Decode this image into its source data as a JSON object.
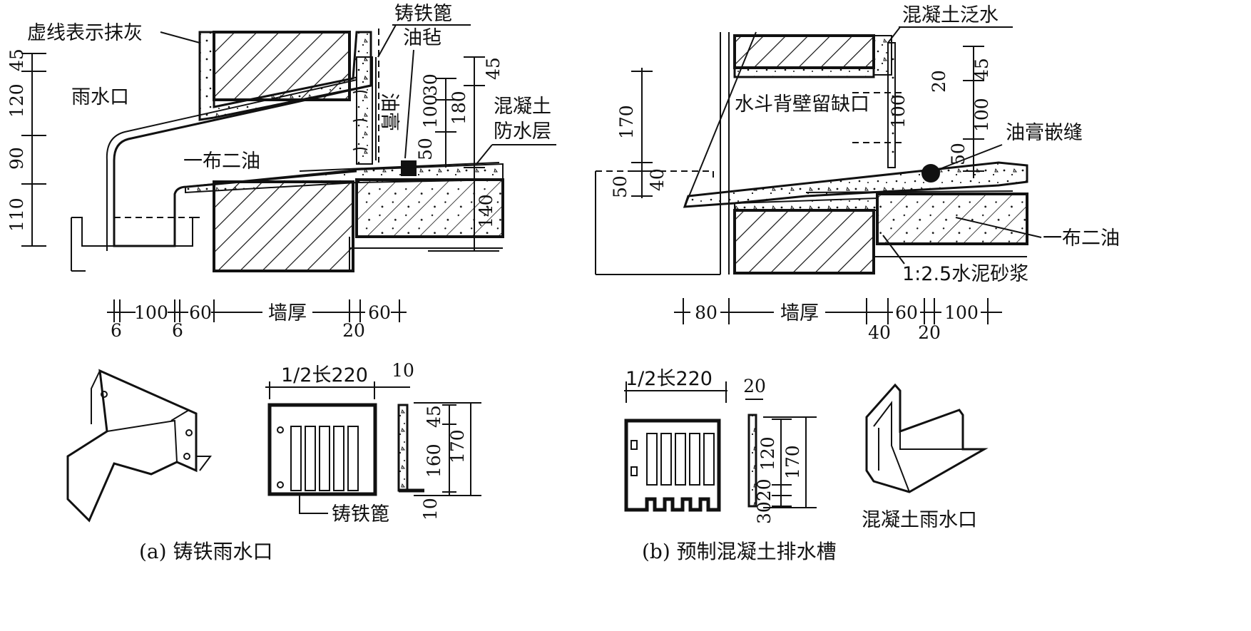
{
  "panel_a": {
    "labels": {
      "plaster_dashed": "虚线表示抹灰",
      "cast_iron_grate": "铸铁篦",
      "felt": "油毡",
      "rain_outlet": "雨水口",
      "ointment": "油膏",
      "concrete": "混凝土",
      "waterproof_layer": "防水层",
      "one_cloth_two_oil": "一布二油",
      "grate_label_bottom": "铸铁篦"
    },
    "dims_left": [
      "45",
      "120",
      "90",
      "110"
    ],
    "dims_right": [
      "30",
      "100",
      "50",
      "180",
      "45",
      "140"
    ],
    "dims_bottom": [
      "100",
      "60",
      "墙厚",
      "60",
      "6",
      "6",
      "20"
    ],
    "grate_dims": [
      "1/2长220",
      "10",
      "45",
      "160",
      "170",
      "10"
    ],
    "caption": "(a) 铸铁雨水口"
  },
  "panel_b": {
    "labels": {
      "concrete_flashing": "混凝土泛水",
      "notch": "水斗背壁留缺口",
      "ointment_joint": "油膏嵌缝",
      "one_cloth_two_oil": "一布二油",
      "mortar": "1:2.5水泥砂浆",
      "concrete_outlet": "混凝土雨水口"
    },
    "dims_left": [
      "170",
      "50",
      "40"
    ],
    "dims_right": [
      "45",
      "20",
      "100",
      "50",
      "100"
    ],
    "dims_bottom": [
      "80",
      "墙厚",
      "60",
      "100",
      "40",
      "20"
    ],
    "trough_dims": [
      "1/2长220",
      "20",
      "120",
      "170",
      "3020"
    ],
    "caption": "(b) 预制混凝土排水槽"
  }
}
